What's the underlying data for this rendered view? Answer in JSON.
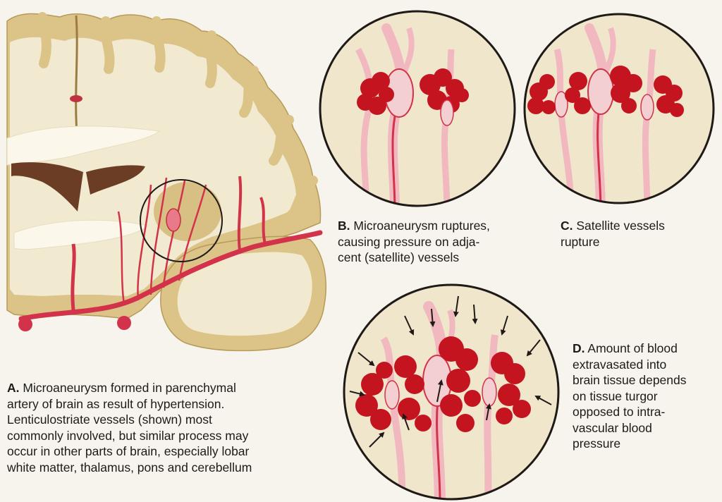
{
  "colors": {
    "background": "#f7f4ee",
    "gray_matter": "#dcc489",
    "white_matter": "#f1ead0",
    "ventricle": "#6a3d24",
    "artery": "#d2334a",
    "vessel_light": "#f1b9bf",
    "blood": "#c4141f",
    "inset_fill": "#efe6cc",
    "outline": "#1f1a16"
  },
  "captions": {
    "a": {
      "label": "A.",
      "lines": [
        "Microaneurysm formed in parenchymal",
        "artery of brain as result of hypertension.",
        "Lenticulostriate vessels (shown) most",
        "commonly involved, but similar process may",
        "occur in other parts of brain, especially lobar",
        "white matter, thalamus, pons and cerebellum"
      ]
    },
    "b": {
      "label": "B.",
      "lines": [
        "Microaneurysm ruptures,",
        "causing pressure on adja-",
        "cent (satellite) vessels"
      ]
    },
    "c": {
      "label": "C.",
      "lines": [
        "Satellite vessels",
        "rupture"
      ]
    },
    "d": {
      "label": "D.",
      "lines": [
        "Amount of blood",
        "extravasated into",
        "brain tissue depends",
        "on tissue turgor",
        "opposed to intra-",
        "vascular blood",
        "pressure"
      ]
    }
  }
}
